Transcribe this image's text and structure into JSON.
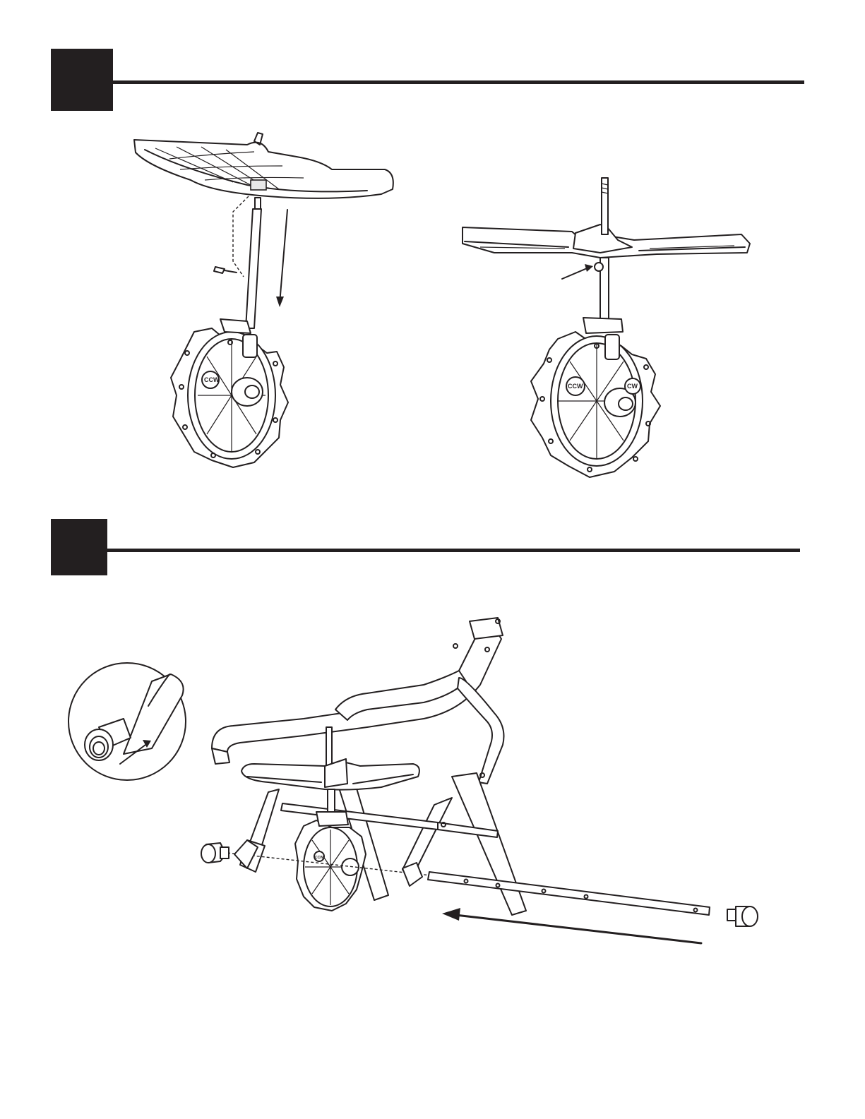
{
  "steps": [
    {
      "number": ""
    },
    {
      "number": ""
    }
  ],
  "labels": {
    "hub_left_ccw": "CCW",
    "hub_right_ccw": "CCW",
    "hub_right_cw": "CW",
    "hub_bottom_ccw": "CCW"
  },
  "colors": {
    "ink": "#231f20",
    "paper": "#ffffff"
  },
  "icons": [
    "down-arrow-icon",
    "pointer-arrow-icon",
    "insert-arrow-icon",
    "direction-arrow-icon"
  ]
}
